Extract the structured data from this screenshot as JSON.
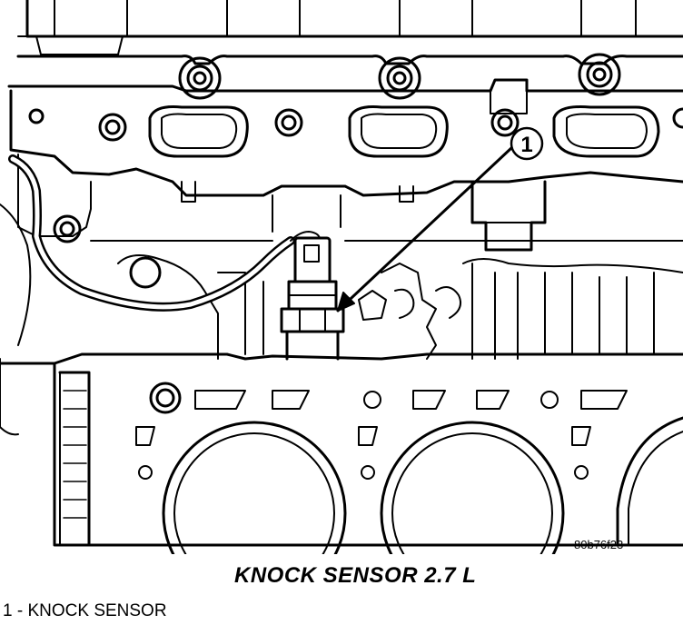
{
  "figure": {
    "image_code": "80b76f23",
    "title": "KNOCK SENSOR 2.7 L",
    "callout_number": "1",
    "legend": [
      {
        "number": "1",
        "separator": " - ",
        "label": "KNOCK SENSOR"
      }
    ]
  },
  "colors": {
    "line": "#000000",
    "background": "#ffffff"
  }
}
